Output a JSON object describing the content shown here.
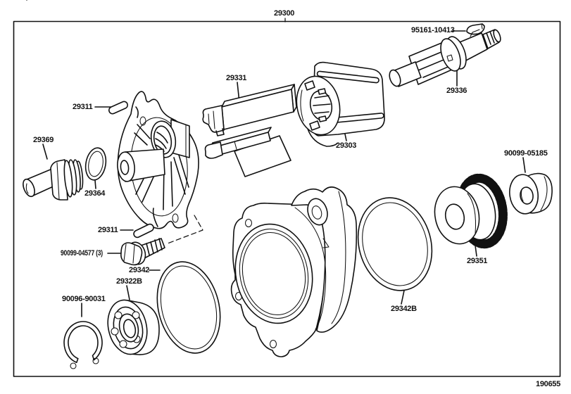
{
  "page": {
    "background": "#ffffff",
    "line_color": "#111111"
  },
  "labels": {
    "assembly": "29300",
    "key": "95161-10413",
    "shaft": "29336",
    "vane_set": "29331",
    "pin_upper": "29311",
    "plug": "29369",
    "gasket": "29364",
    "rotor": "29303",
    "pin_lower": "29311",
    "bolt": "90099-04577 (3)",
    "oring_front": "29342",
    "bearing": "29322B",
    "snap_ring": "90096-90031",
    "oring_rear": "29342B",
    "gear": "29351",
    "plug_cap": "90099-05185",
    "figure_code": "190655"
  }
}
